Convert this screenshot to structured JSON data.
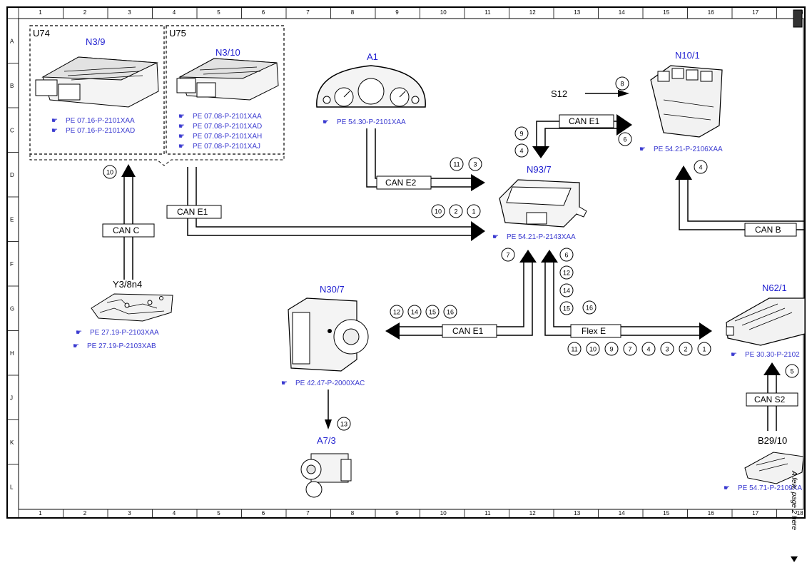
{
  "grid": {
    "columns": [
      "1",
      "2",
      "3",
      "4",
      "5",
      "6",
      "7",
      "8",
      "9",
      "10",
      "11",
      "12",
      "13",
      "14",
      "15",
      "16",
      "17",
      "18"
    ],
    "rows": [
      "A",
      "B",
      "C",
      "D",
      "E",
      "F",
      "G",
      "H",
      "J",
      "K",
      "L"
    ]
  },
  "groups": [
    {
      "id": "U74",
      "label": "U74"
    },
    {
      "id": "U75",
      "label": "U75"
    }
  ],
  "components": [
    {
      "id": "N3/9",
      "label": "N3/9",
      "refs": [
        "PE 07.16-P-2101XAA",
        "PE 07.16-P-2101XAD"
      ]
    },
    {
      "id": "N3/10",
      "label": "N3/10",
      "refs": [
        "PE 07.08-P-2101XAA",
        "PE 07.08-P-2101XAD",
        "PE 07.08-P-2101XAH",
        "PE 07.08-P-2101XAJ"
      ]
    },
    {
      "id": "A1",
      "label": "A1",
      "refs": [
        "PE 54.30-P-2101XAA"
      ]
    },
    {
      "id": "N10/1",
      "label": "N10/1",
      "refs": [
        "PE 54.21-P-2106XAA"
      ]
    },
    {
      "id": "N93/7",
      "label": "N93/7",
      "refs": [
        "PE 54.21-P-2143XAA"
      ]
    },
    {
      "id": "Y3/8n4",
      "label": "Y3/8n4",
      "refs": [
        "PE 27.19-P-2103XAA",
        "PE 27.19-P-2103XAB"
      ]
    },
    {
      "id": "N30/7",
      "label": "N30/7",
      "refs": [
        "PE 42.47-P-2000XAC"
      ]
    },
    {
      "id": "A7/3",
      "label": "A7/3",
      "refs": []
    },
    {
      "id": "N62/1",
      "label": "N62/1",
      "refs": [
        "PE 30.30-P-2102"
      ]
    },
    {
      "id": "B29/10",
      "label": "B29/10",
      "refs": [
        "PE 54.71-P-2109XA"
      ]
    }
  ],
  "buses": {
    "can_c": "CAN C",
    "can_e1_left": "CAN E1",
    "can_e2": "CAN E2",
    "can_e1_top": "CAN E1",
    "can_e1_mid": "CAN E1",
    "flex_e": "Flex E",
    "can_b": "CAN B",
    "can_s2": "CAN S2"
  },
  "signal_label": "S12",
  "markers": {
    "m_u74": [
      "10"
    ],
    "m_e2": [
      "11",
      "3"
    ],
    "m_e1": [
      "10",
      "2",
      "1"
    ],
    "m_top": [
      "9",
      "4"
    ],
    "m_s12": [
      "8"
    ],
    "m_n10": [
      "6"
    ],
    "m_canb": [
      "4"
    ],
    "m_n93_left": [
      "7"
    ],
    "m_n93_right": [
      "6",
      "12",
      "14",
      "15"
    ],
    "m_16": [
      "16"
    ],
    "m_n30": [
      "12",
      "14",
      "15",
      "16"
    ],
    "m_flex": [
      "11",
      "10",
      "9",
      "7",
      "4",
      "3",
      "2",
      "1"
    ],
    "m_a73": [
      "13"
    ],
    "m_s2": [
      "5"
    ]
  },
  "side_note": "A few, page 2 here"
}
